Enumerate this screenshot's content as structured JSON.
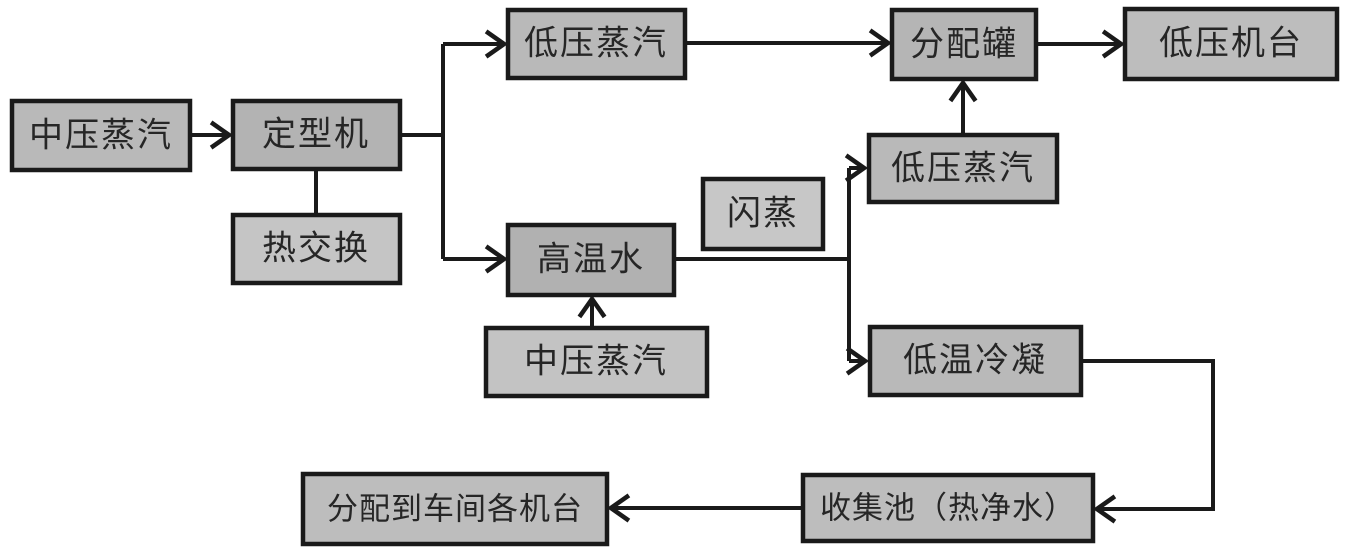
{
  "diagram": {
    "type": "flowchart",
    "background": "#ffffff",
    "line_color": "#1a1a1a",
    "box_border_color": "#1a1a1a",
    "text_color": "#262626",
    "nodes": [
      {
        "id": "medium-pressure-steam-1",
        "label": "中压蒸汽",
        "fill": "#b9b9b9"
      },
      {
        "id": "setting-machine",
        "label": "定型机",
        "fill": "#b3b3b3"
      },
      {
        "id": "heat-exchange",
        "label": "热交换",
        "fill": "#c5c5c5"
      },
      {
        "id": "low-pressure-steam-top",
        "label": "低压蒸汽",
        "fill": "#b9b9b9"
      },
      {
        "id": "distribution-tank",
        "label": "分配罐",
        "fill": "#b5b5b5"
      },
      {
        "id": "low-pressure-machines",
        "label": "低压机台",
        "fill": "#bdbdbd"
      },
      {
        "id": "flash-evaporation",
        "label": "闪蒸",
        "fill": "#c7c7c7"
      },
      {
        "id": "high-temp-water",
        "label": "高温水",
        "fill": "#b1b1b1"
      },
      {
        "id": "medium-pressure-steam-2",
        "label": "中压蒸汽",
        "fill": "#c3c3c3"
      },
      {
        "id": "low-pressure-steam-mid",
        "label": "低压蒸汽",
        "fill": "#b9b9b9"
      },
      {
        "id": "low-temp-condensate",
        "label": "低温冷凝",
        "fill": "#b9b9b9"
      },
      {
        "id": "collection-pool",
        "label": "收集池（热净水）",
        "fill": "#bdbdbd"
      },
      {
        "id": "distribute-to-machines",
        "label": "分配到车间各机台",
        "fill": "#bdbdbd"
      }
    ],
    "edges": [
      {
        "from": "medium-pressure-steam-1",
        "to": "setting-machine",
        "style": "arrow"
      },
      {
        "from": "setting-machine",
        "to": "heat-exchange",
        "style": "plain"
      },
      {
        "from": "setting-machine",
        "to": "low-pressure-steam-top",
        "style": "arrow"
      },
      {
        "from": "setting-machine",
        "to": "high-temp-water",
        "style": "arrow"
      },
      {
        "from": "low-pressure-steam-top",
        "to": "distribution-tank",
        "style": "arrow"
      },
      {
        "from": "distribution-tank",
        "to": "low-pressure-machines",
        "style": "arrow"
      },
      {
        "from": "low-pressure-steam-mid",
        "to": "distribution-tank",
        "style": "arrow"
      },
      {
        "from": "high-temp-water",
        "to": "low-pressure-steam-mid",
        "style": "arrow"
      },
      {
        "from": "high-temp-water",
        "to": "low-temp-condensate",
        "style": "arrow"
      },
      {
        "from": "medium-pressure-steam-2",
        "to": "high-temp-water",
        "style": "arrow"
      },
      {
        "from": "low-temp-condensate",
        "to": "collection-pool",
        "style": "arrow"
      },
      {
        "from": "collection-pool",
        "to": "distribute-to-machines",
        "style": "arrow"
      }
    ]
  }
}
